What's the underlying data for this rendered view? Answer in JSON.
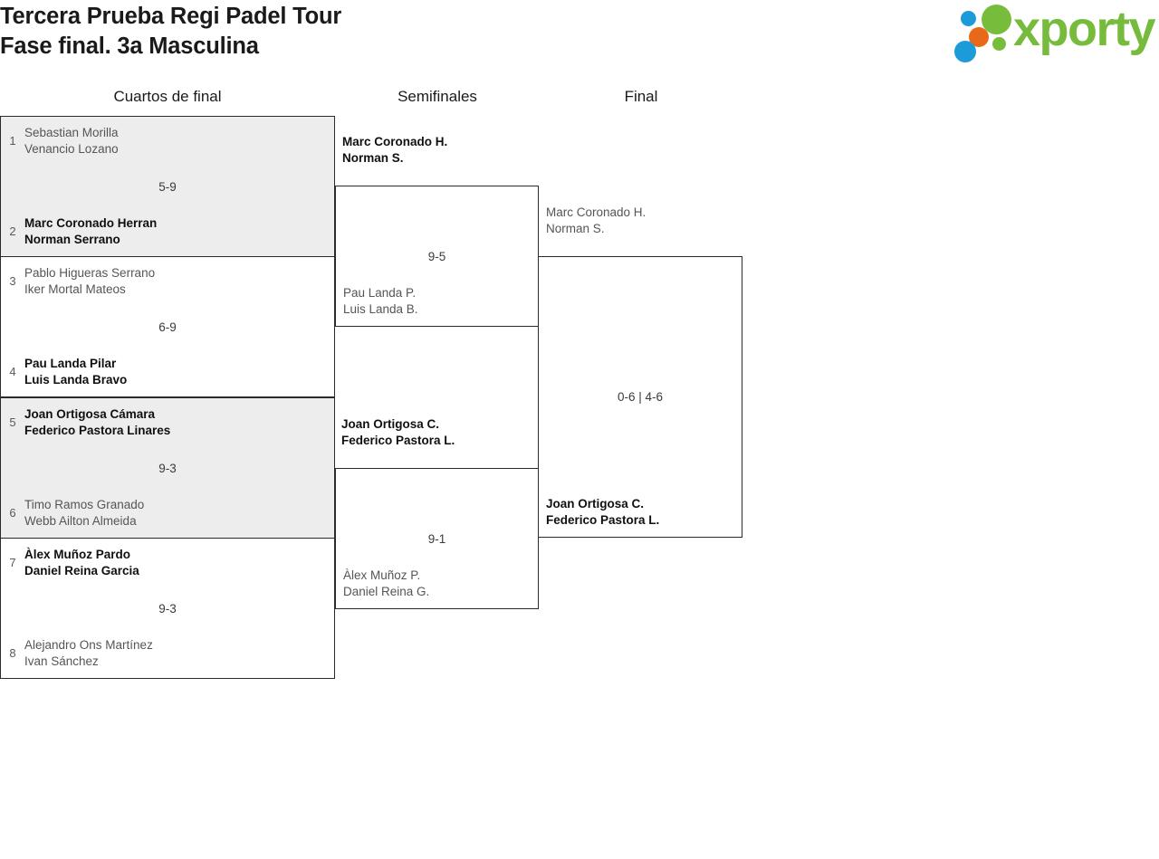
{
  "header": {
    "title_line1": "Tercera Prueba Regi Padel Tour",
    "title_line2": "Fase final. 3a Masculina",
    "logo_text": "xporty",
    "logo_colors": {
      "green": "#76bb3c",
      "blue": "#1d9bd8",
      "orange": "#e8691a"
    }
  },
  "rounds": {
    "quarterfinals_label": "Cuartos de final",
    "semifinals_label": "Semifinales",
    "final_label": "Final"
  },
  "quarterfinals": [
    {
      "score": "5-9",
      "top": {
        "seed": "1",
        "player1": "Sebastian Morilla",
        "player2": "Venancio Lozano",
        "winner": false
      },
      "bottom": {
        "seed": "2",
        "player1": "Marc Coronado Herran",
        "player2": "Norman Serrano",
        "winner": true
      }
    },
    {
      "score": "6-9",
      "top": {
        "seed": "3",
        "player1": "Pablo Higueras Serrano",
        "player2": "Iker Mortal Mateos",
        "winner": false
      },
      "bottom": {
        "seed": "4",
        "player1": "Pau Landa Pilar",
        "player2": "Luis Landa Bravo",
        "winner": true
      }
    },
    {
      "score": "9-3",
      "top": {
        "seed": "5",
        "player1": "Joan Ortigosa Cámara",
        "player2": "Federico Pastora Linares",
        "winner": true
      },
      "bottom": {
        "seed": "6",
        "player1": "Timo Ramos Granado",
        "player2": "Webb Ailton Almeida",
        "winner": false
      }
    },
    {
      "score": "9-3",
      "top": {
        "seed": "7",
        "player1": "Àlex Muñoz Pardo",
        "player2": "Daniel Reina Garcia",
        "winner": true
      },
      "bottom": {
        "seed": "8",
        "player1": "Alejandro Ons Martínez",
        "player2": "Ivan Sánchez",
        "winner": false
      }
    }
  ],
  "semifinals": [
    {
      "score": "9-5",
      "top": {
        "player1": "Marc Coronado H.",
        "player2": "Norman S.",
        "winner": true
      },
      "bottom": {
        "player1": "Pau Landa P.",
        "player2": "Luis Landa B.",
        "winner": false
      }
    },
    {
      "score": "9-1",
      "top": {
        "player1": "Joan Ortigosa C.",
        "player2": "Federico Pastora L.",
        "winner": true
      },
      "bottom": {
        "player1": "Àlex Muñoz P.",
        "player2": "Daniel Reina G.",
        "winner": false
      }
    }
  ],
  "final": [
    {
      "score": "0-6 | 4-6",
      "top": {
        "player1": "Marc Coronado H.",
        "player2": "Norman S.",
        "winner": false
      },
      "bottom": {
        "player1": "Joan Ortigosa C.",
        "player2": "Federico Pastora L.",
        "winner": true
      }
    }
  ]
}
